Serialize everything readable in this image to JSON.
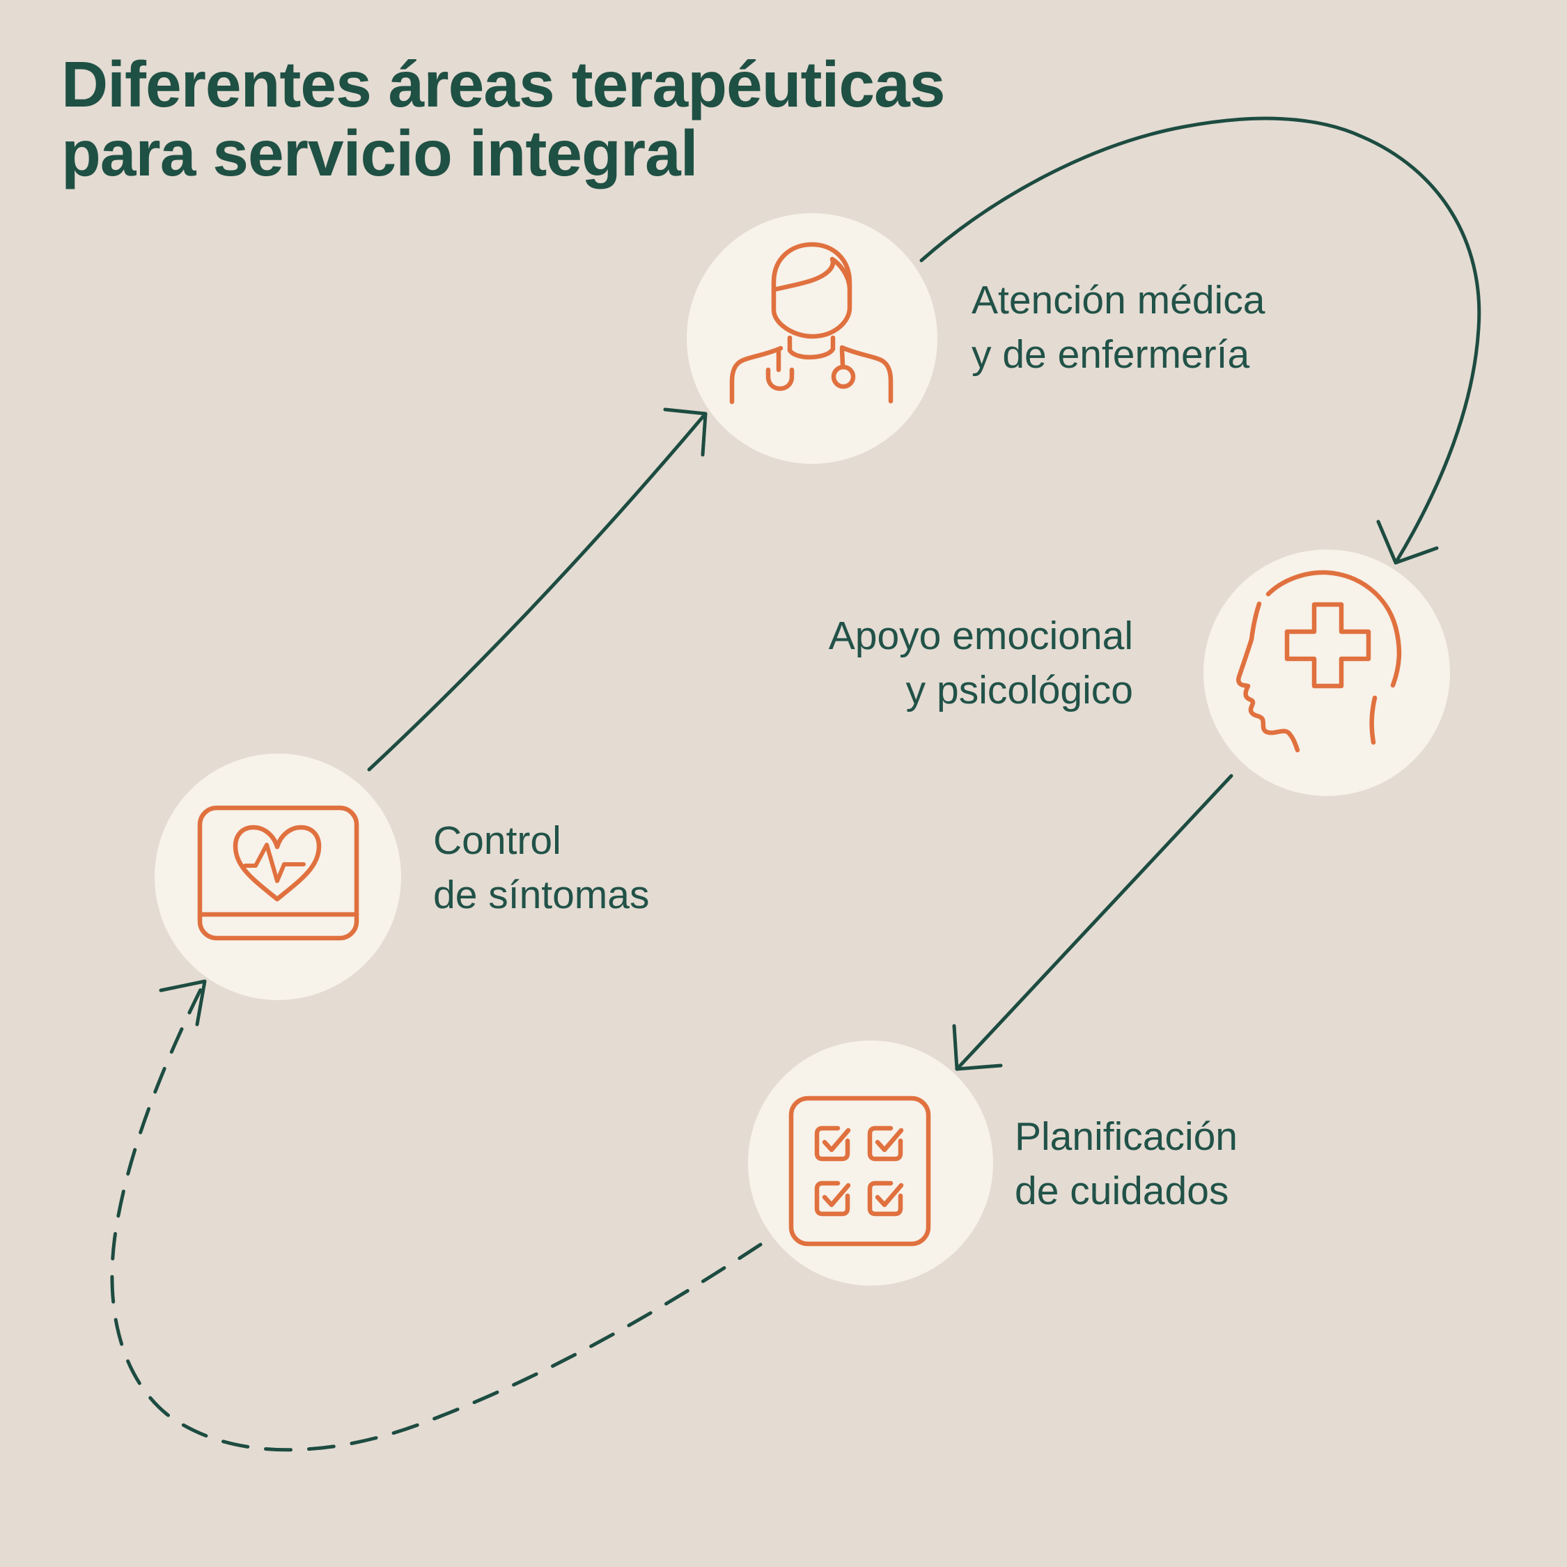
{
  "title": {
    "line1": "Diferentes áreas terapéuticas",
    "line2": "para servicio integral"
  },
  "nodes": [
    {
      "id": "atencion",
      "label_line1": "Atención médica",
      "label_line2": "y de enfermería",
      "icon": "doctor-stethoscope-icon"
    },
    {
      "id": "apoyo",
      "label_line1": "Apoyo emocional",
      "label_line2": "y psicológico",
      "icon": "head-medical-cross-icon"
    },
    {
      "id": "control",
      "label_line1": "Control",
      "label_line2": "de síntomas",
      "icon": "monitor-heartbeat-icon"
    },
    {
      "id": "planificacion",
      "label_line1": "Planificación",
      "label_line2": "de cuidados",
      "icon": "checklist-icon"
    }
  ],
  "flow": {
    "arrows": [
      {
        "from": "control",
        "to": "atencion",
        "style": "solid"
      },
      {
        "from": "atencion",
        "to": "apoyo",
        "style": "solid-curved"
      },
      {
        "from": "apoyo",
        "to": "planificacion",
        "style": "solid"
      },
      {
        "from": "planificacion",
        "to": "control",
        "style": "dashed-curved"
      }
    ]
  },
  "colors": {
    "background": "#e4dbd2",
    "node_circle": "#f7f2ea",
    "icon_orange": "#e0713f",
    "text_green": "#1f5044",
    "arrow_green": "#1d4c41"
  }
}
